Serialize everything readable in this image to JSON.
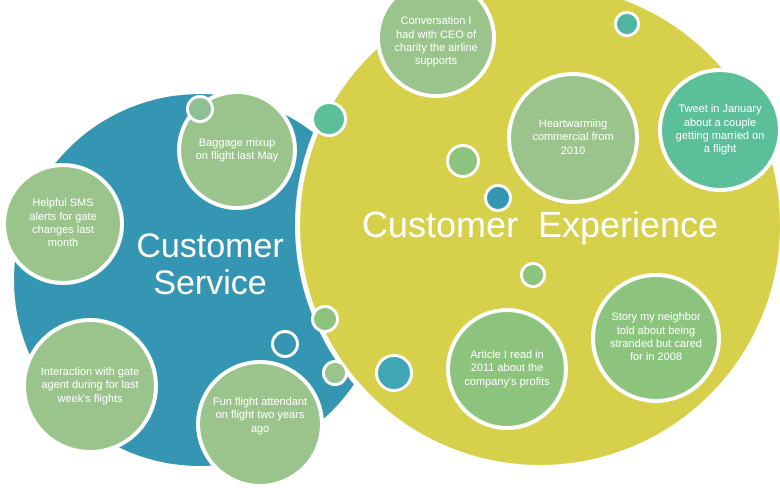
{
  "clusters": {
    "service": {
      "title_line1": "Customer",
      "title_line2": "Service"
    },
    "experience": {
      "title": "Customer  Experience"
    }
  },
  "items": {
    "baggage": "Baggage mixup on flight last May",
    "sms": "Helpful SMS alerts for gate changes last month",
    "gate_agent": "Interaction with gate agent during for last week's flights",
    "attendant": "Fun flight attendant on flight two years ago",
    "conversation": "Conversation I had with CEO of charity the airline supports",
    "commercial": "Heartwarming commercial from 2010",
    "tweet": "Tweet in January about a couple getting married on a flight",
    "neighbor": "Story my neighbor told about being stranded but cared for in 2008",
    "article": "Article I read in 2011 about the company's profits"
  },
  "colors": {
    "service": "#3596b3",
    "experience": "#d6d04a",
    "item_green": "#9bc48c",
    "item_teal": "#5bbf9a"
  }
}
